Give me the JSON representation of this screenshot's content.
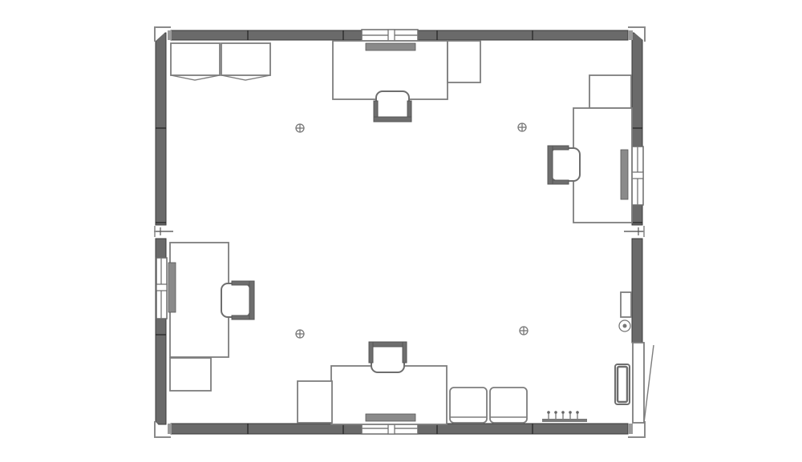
{
  "drawing": {
    "kind": "floor-plan",
    "style": "monochrome line drawing",
    "text_labels": []
  },
  "colors": {
    "wall_fill": "#6a6a6a",
    "line": "#7d7d7d",
    "background": "#ffffff"
  },
  "elements": {
    "walls": [
      "north-wall",
      "south-wall",
      "west-wall",
      "east-wall"
    ],
    "windows": [
      "north-window",
      "south-window",
      "west-window",
      "east-window"
    ],
    "openings": [
      "west-wall-gap",
      "east-wall-gap"
    ],
    "workstations": [
      "desk-north",
      "desk-east",
      "desk-west",
      "desk-south"
    ],
    "chairs": [
      "chair-north",
      "chair-east",
      "chair-west",
      "chair-south"
    ],
    "storage": [
      "cabinet-nw-left",
      "cabinet-nw-right",
      "side-unit-north",
      "side-unit-east",
      "side-unit-west",
      "side-unit-south",
      "armchair-left",
      "armchair-right"
    ],
    "fixtures": [
      "ceiling-light-1",
      "ceiling-light-2",
      "ceiling-light-3",
      "ceiling-light-4",
      "coat-rack",
      "sink",
      "wall-switch",
      "entrance-door"
    ]
  }
}
